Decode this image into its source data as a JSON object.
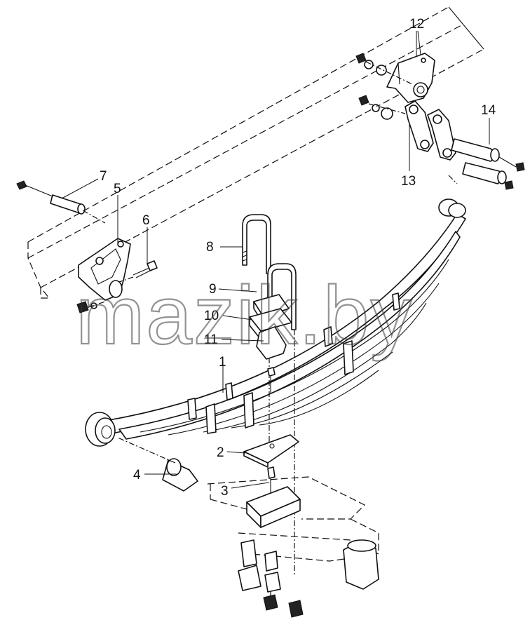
{
  "diagram": {
    "callouts": [
      "1",
      "2",
      "3",
      "4",
      "5",
      "6",
      "7",
      "8",
      "9",
      "10",
      "11",
      "12",
      "13",
      "14"
    ],
    "watermark": "mazik.by",
    "ink_color": "#111111",
    "background_color": "#ffffff"
  }
}
